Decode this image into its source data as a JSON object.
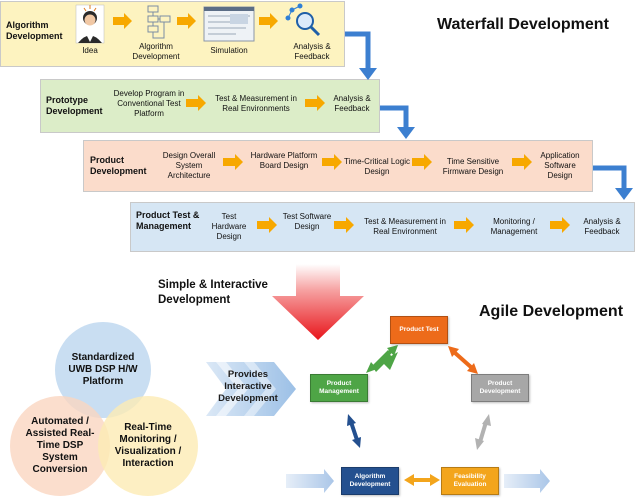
{
  "headings": {
    "waterfall": "Waterfall Development",
    "agile": "Agile Development",
    "simple_interactive": "Simple & Interactive Development",
    "provides": "Provides Interactive Development"
  },
  "rows": {
    "algorithm": {
      "label": "Algorithm Development",
      "stages": [
        "Idea",
        "Algorithm Development",
        "Simulation",
        "Analysis & Feedback"
      ]
    },
    "prototype": {
      "label": "Prototype Development",
      "stages": [
        "Develop Program in Conventional Test Platform",
        "Test & Measurement in Real Environments",
        "Analysis & Feedback"
      ]
    },
    "product": {
      "label": "Product Development",
      "stages": [
        "Design Overall System Architecture",
        "Hardware Platform Board Design",
        "Time-Critical Logic Design",
        "Time Sensitive Firmware Design",
        "Application Software Design"
      ]
    },
    "product_test": {
      "label": "Product Test & Management",
      "stages": [
        "Test Hardware Design",
        "Test Software Design",
        "Test & Measurement in Real Environment",
        "Monitoring / Management",
        "Analysis & Feedback"
      ]
    }
  },
  "circles": {
    "top": "Standardized UWB DSP H/W Platform",
    "left": "Automated / Assisted Real-Time DSP System Conversion",
    "right": "Real-Time Monitoring / Visualization / Interaction"
  },
  "agile": {
    "product_test": "Product Test",
    "product_management": "Product Management",
    "product_development": "Product Development",
    "algorithm_development": "Algorithm Development",
    "feasibility_evaluation": "Feasibility Evaluation"
  },
  "colors": {
    "band_yellow": "#fdf3c0",
    "band_green": "#dcedc8",
    "band_peach": "#fbdccb",
    "band_blue": "#d6e6f4",
    "arrow_orange": "#f7a800",
    "arrow_blue": "#3c7fd0",
    "big_red": "#e8151b",
    "box_orange": "#ed6b1a",
    "box_green": "#4ea546",
    "box_gray": "#a7a7a7",
    "box_navy": "#24508f",
    "box_amber": "#f3a51c"
  }
}
